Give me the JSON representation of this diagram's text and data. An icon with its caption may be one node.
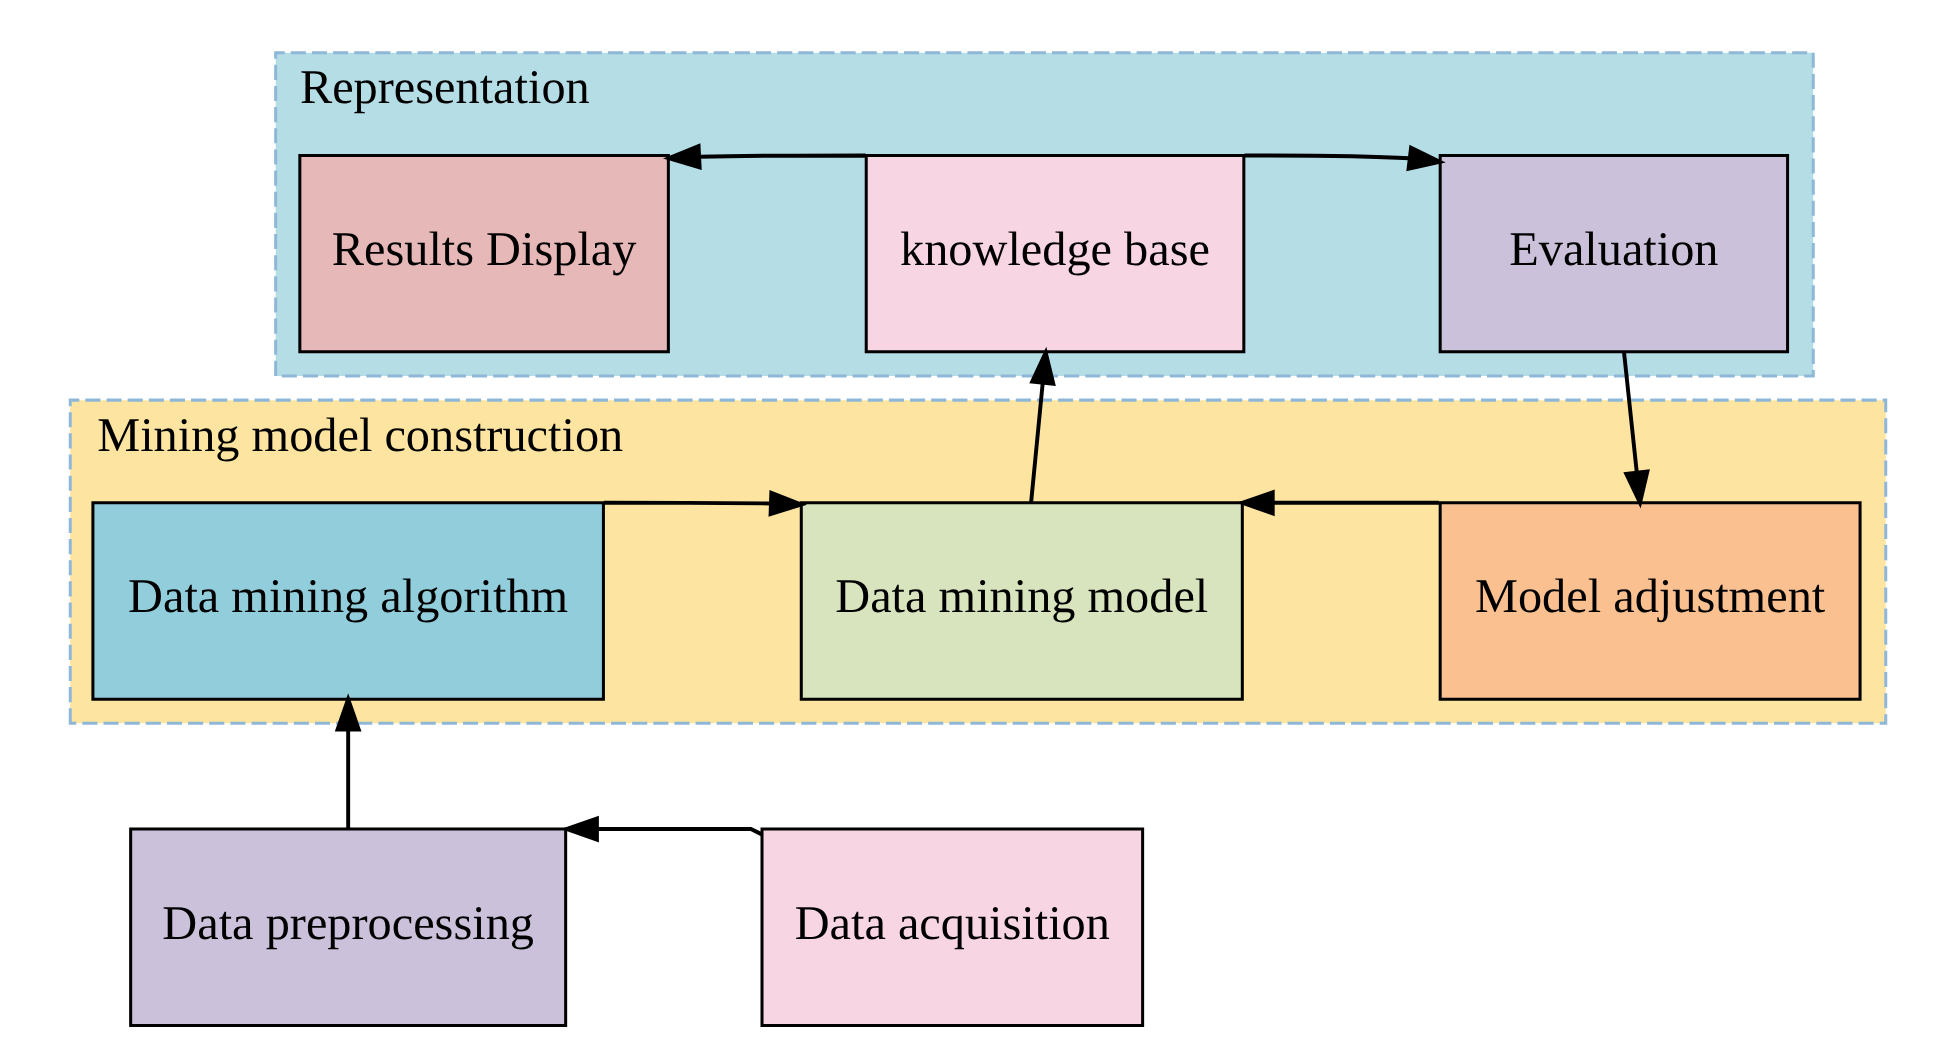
{
  "diagram": {
    "nodes": [
      {
        "text": [
          "Representation"
        ]
      },
      {
        "text": [
          "Results Display"
        ],
        "in": 0
      },
      {
        "text": [
          "knowledge base"
        ],
        "in": 0
      },
      {
        "text": [
          "Evaluation"
        ],
        "in": 0
      },
      {
        "text": [
          "Mining model construction"
        ]
      },
      {
        "text": [
          "Data mining algorithm"
        ],
        "in": 4
      },
      {
        "text": [
          "Data mining model"
        ],
        "in": 4
      },
      {
        "text": [
          "Model adjustment"
        ],
        "in": 4
      },
      {
        "text": [
          "Data preprocessing"
        ]
      },
      {
        "text": [
          "Data acquisition"
        ]
      }
    ],
    "edges": [
      {
        "from": 2,
        "to": 1,
        "arrow": "to"
      },
      {
        "from": 2,
        "to": 3,
        "arrow": "to"
      },
      {
        "from": 3,
        "to": 7,
        "arrow": "to"
      },
      {
        "from": 7,
        "to": 6,
        "arrow": "to"
      },
      {
        "from": 5,
        "to": 6,
        "arrow": "to"
      },
      {
        "from": 6,
        "to": 2,
        "arrow": "to"
      },
      {
        "from": 8,
        "to": 5,
        "arrow": "to"
      },
      {
        "from": 9,
        "to": 8,
        "arrow": "to"
      }
    ]
  }
}
